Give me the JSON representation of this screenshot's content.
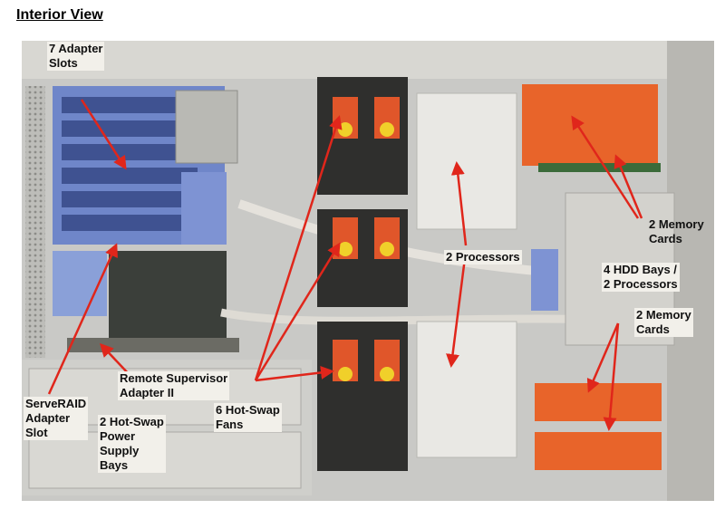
{
  "title": "Interior View",
  "labels": {
    "adapter_slots": "7 Adapter\nSlots",
    "memory_cards_top": "2 Memory\nCards",
    "processors_center": "2 Processors",
    "hdd_bays": "4 HDD Bays /\n2 Processors",
    "memory_cards_bottom": "2 Memory\nCards",
    "remote_supervisor": "Remote Supervisor\nAdapter II",
    "hot_swap_fans": "6 Hot-Swap\nFans",
    "serveraid_slot": "ServeRAID\nAdapter\nSlot",
    "power_supply_bays": "2 Hot-Swap\nPower\nSupply\nBays"
  },
  "colors": {
    "arrow": "#e0261b",
    "memory_module": "#e8642a",
    "adapter_blue": "#6f86c9",
    "fan_orange": "#e0562a",
    "fan_yellow": "#f0d02a",
    "chassis_grey": "#c9c9c6"
  },
  "component_names": {
    "adapter-slots": "adapter slot cage",
    "fans": "hot-swap fan modules",
    "memory": "memory cards",
    "processors": "processor heatsinks",
    "psu": "power supply bays"
  }
}
